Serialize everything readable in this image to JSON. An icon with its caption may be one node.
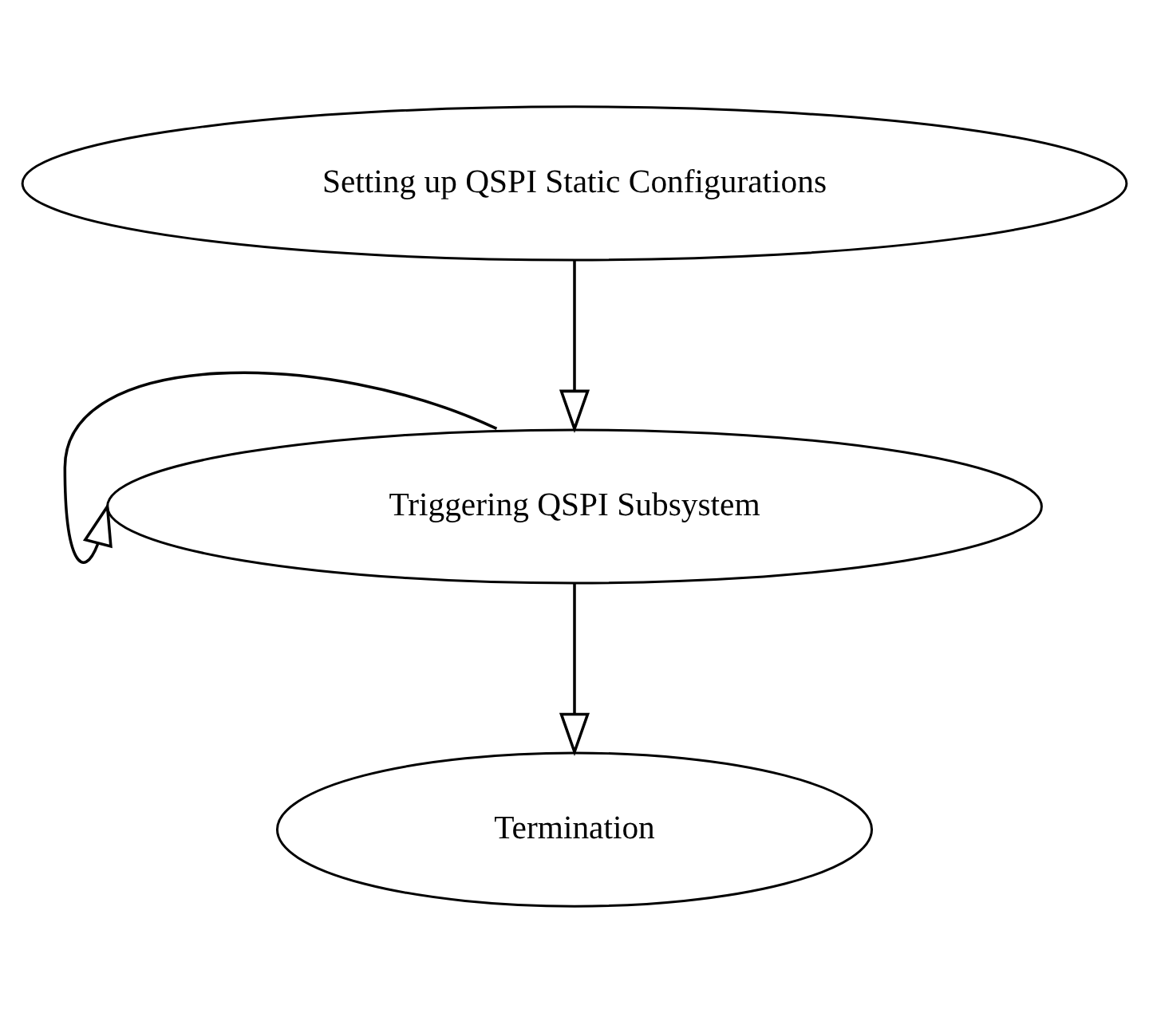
{
  "diagram": {
    "nodes": [
      {
        "text": [
          "Setting up QSPI Static Configurations"
        ]
      },
      {
        "text": [
          "Triggering QSPI Subsystem"
        ]
      },
      {
        "text": [
          "Termination"
        ]
      }
    ],
    "edges": [
      {
        "from": 0,
        "to": 1,
        "arrow": "to"
      },
      {
        "from": 1,
        "to": 1,
        "arrow": "to"
      },
      {
        "from": 1,
        "to": 2,
        "arrow": "to"
      }
    ]
  }
}
